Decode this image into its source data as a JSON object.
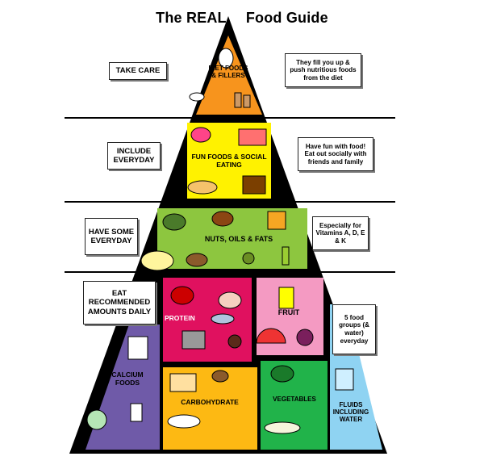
{
  "title": "The REAL",
  "title_suffix": "Food Guide",
  "levels": {
    "top": {
      "side_label": "TAKE CARE",
      "section": "DIET FOODS & FILLERS",
      "note": "They fill you up & push nutritious foods from the diet",
      "color": "#f7941d"
    },
    "second": {
      "side_label": "INCLUDE EVERYDAY",
      "section": "FUN FOODS & SOCIAL EATING",
      "note": "Have fun with food! Eat out socially with friends and family",
      "color": "#fff200"
    },
    "third": {
      "side_label": "HAVE SOME EVERYDAY",
      "section": "NUTS, OILS & FATS",
      "note": "Especially for Vitamins A, D, E & K",
      "color": "#8dc63f"
    },
    "base": {
      "side_label": "EAT RECOMMENDED AMOUNTS DAILY",
      "note": "5 food groups (& water) everyday",
      "sections": {
        "protein": {
          "label": "PROTEIN",
          "color": "#e0115f"
        },
        "fruit": {
          "label": "FRUIT",
          "color": "#f49ac2"
        },
        "calcium": {
          "label": "CALCIUM FOODS",
          "color": "#6f5aa8"
        },
        "carbohydrate": {
          "label": "CARBOHYDRATE",
          "color": "#fdb913"
        },
        "vegetables": {
          "label": "VEGETABLES",
          "color": "#21b34a"
        },
        "fluids": {
          "label": "FLUIDS INCLUDING WATER",
          "color": "#8fd3f2"
        }
      }
    }
  }
}
